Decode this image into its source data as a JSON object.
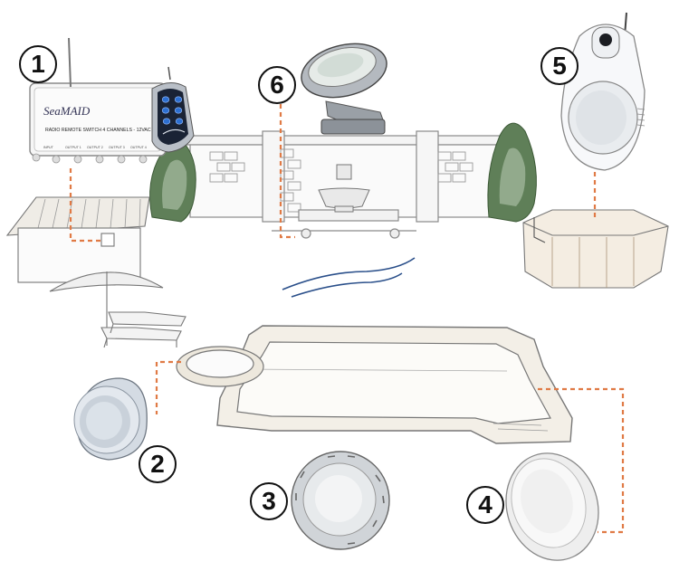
{
  "controller": {
    "brand": "SeaMAID",
    "label": "RADIO REMOTE SWITCH 4 CHANNELS - 12VAC",
    "terminal_label": "INPUT",
    "output_labels": [
      "OUTPUT 1",
      "OUTPUT 2",
      "OUTPUT 3",
      "OUTPUT 4"
    ]
  },
  "callouts": [
    {
      "id": "1"
    },
    {
      "id": "2"
    },
    {
      "id": "3"
    },
    {
      "id": "4"
    },
    {
      "id": "5"
    },
    {
      "id": "6"
    }
  ],
  "colors": {
    "leader_line": "#e07a45",
    "badge_border": "#111111",
    "sketch_line": "#777777",
    "tree": "#3f6b3a",
    "water": "#2a4f8a"
  }
}
